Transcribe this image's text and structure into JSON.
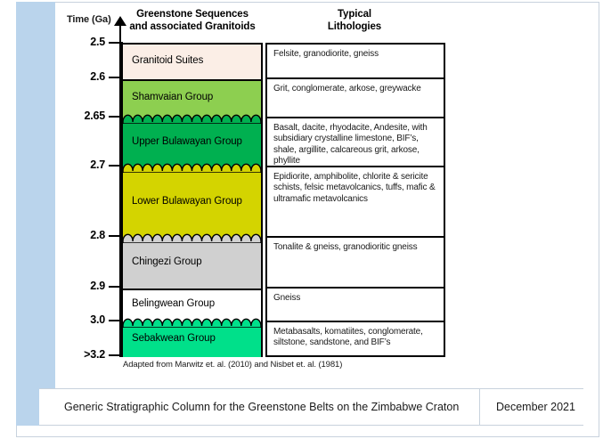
{
  "axis": {
    "title": "Time (Ga)",
    "ticks": [
      "2.5",
      "2.6",
      "2.65",
      "2.7",
      "2.8",
      "2.9",
      "3.0",
      ">3.2"
    ]
  },
  "headers": {
    "units": "Greenstone Sequences and associated Granitoids",
    "units_line1": "Greenstone Sequences",
    "units_line2": "and associated Granitoids",
    "lithologies_line1": "Typical",
    "lithologies_line2": "Lithologies"
  },
  "units": [
    {
      "name": "Granitoid Suites",
      "color": "#fbeee6",
      "top_ga": "2.5",
      "base_ga": "2.6",
      "top_boundary": "flat",
      "lithology": "Felsite, granodiorite, gneiss"
    },
    {
      "name": "Shamvaian Group",
      "color": "#8dcf50",
      "top_ga": "2.6",
      "base_ga": "2.65",
      "top_boundary": "flat",
      "lithology": "Grit, conglomerate, arkose, greywacke"
    },
    {
      "name": "Upper Bulawayan Group",
      "color": "#00b050",
      "top_ga": "2.65",
      "base_ga": "2.7",
      "top_boundary": "wavy",
      "lithology": "Basalt, dacite, rhyodacite, Andesite, with subsidiary crystalline limestone, BIF’s, shale, argillite, calcareous grit, arkose, phyllite"
    },
    {
      "name": "Lower Bulawayan Group",
      "color": "#d4d400",
      "top_ga": "2.7",
      "base_ga": "2.8",
      "top_boundary": "wavy",
      "lithology": "Epidiorite, amphibolite, chlorite & sericite schists, felsic metavolcanics, tuffs, mafic & ultramafic metavolcanics"
    },
    {
      "name": "Chingezi Group",
      "color": "#d0d0d0",
      "top_ga": "2.8",
      "base_ga": "2.9",
      "top_boundary": "wavy",
      "lithology": "Tonalite & gneiss, granodioritic gneiss"
    },
    {
      "name": "Belingwean Group",
      "color": "#ffffff",
      "top_ga": "2.9",
      "base_ga": "3.0",
      "top_boundary": "flat",
      "lithology": "Gneiss"
    },
    {
      "name": "Sebakwean Group",
      "color": "#00e08a",
      "top_ga": "3.0",
      "base_ga": ">3.2",
      "top_boundary": "wavy",
      "lithology": "Metabasalts, komatiites, conglomerate, siltstone, sandstone, and BIF’s"
    }
  ],
  "credit": "Adapted from Marwitz et. al. (2010) and Nisbet et. al. (1981)",
  "caption": {
    "title": "Generic Stratigraphic Column for the Greenstone Belts on the Zimbabwe Craton",
    "date": "December 2021"
  },
  "colors": {
    "accent_band": "#bad4ec",
    "frame": "#c8d2dd",
    "outline": "#000000"
  }
}
